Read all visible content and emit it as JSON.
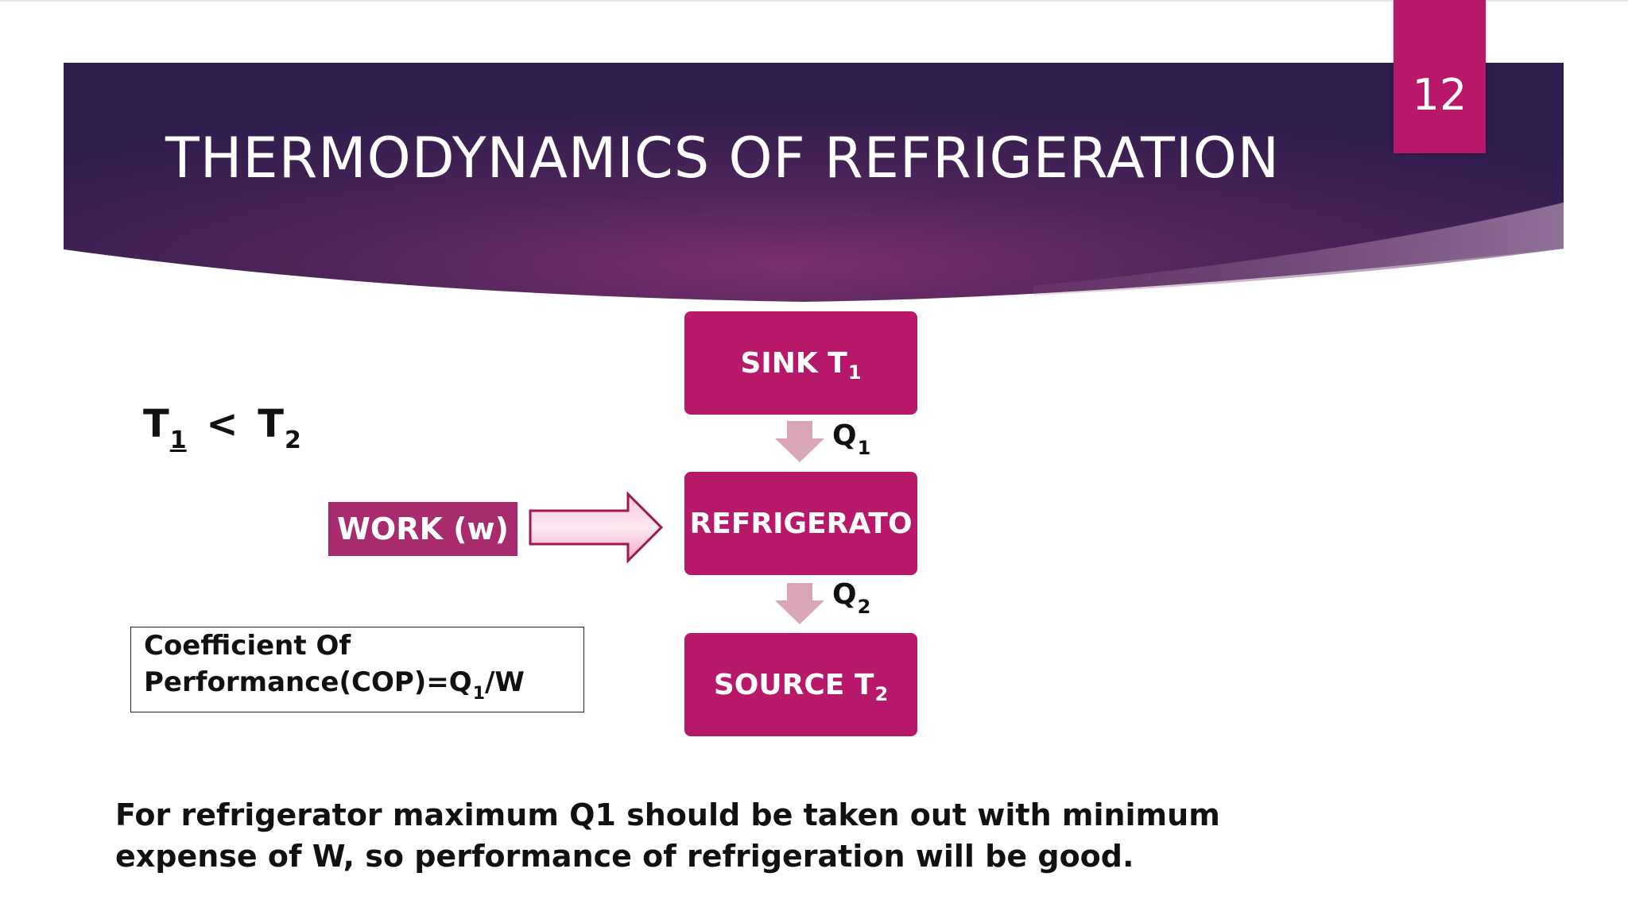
{
  "slide": {
    "title": "THERMODYNAMICS OF REFRIGERATION",
    "page_number": "12"
  },
  "diagram": {
    "sink": {
      "label": "SINK T",
      "sub": "1"
    },
    "refrigerator": {
      "label": "REFRIGERATO"
    },
    "source": {
      "label": "SOURCE T",
      "sub": "2"
    },
    "q1": {
      "label": "Q",
      "sub": "1"
    },
    "q2": {
      "label": "Q",
      "sub": "2"
    },
    "work": {
      "label": "WORK (w)"
    }
  },
  "inequality": {
    "t1": "T",
    "t1_sub": "1",
    "op": "<",
    "t2": "T",
    "t2_sub": "2"
  },
  "cop": {
    "line1": "Coefficient Of",
    "line2_prefix": "Performance(COP)=Q",
    "line2_sub": "1",
    "line2_suffix": "/W"
  },
  "note": {
    "line1": "For refrigerator maximum Q1 should be taken out with minimum",
    "line2": "expense of W, so performance of refrigeration will be good."
  },
  "colors": {
    "accent": "#b7186a",
    "banner_dark": "#2e1d4d",
    "banner_mid": "#6b2d6b",
    "flow_arrow": "#d9a6b8",
    "work_box": "#a82b6e"
  }
}
